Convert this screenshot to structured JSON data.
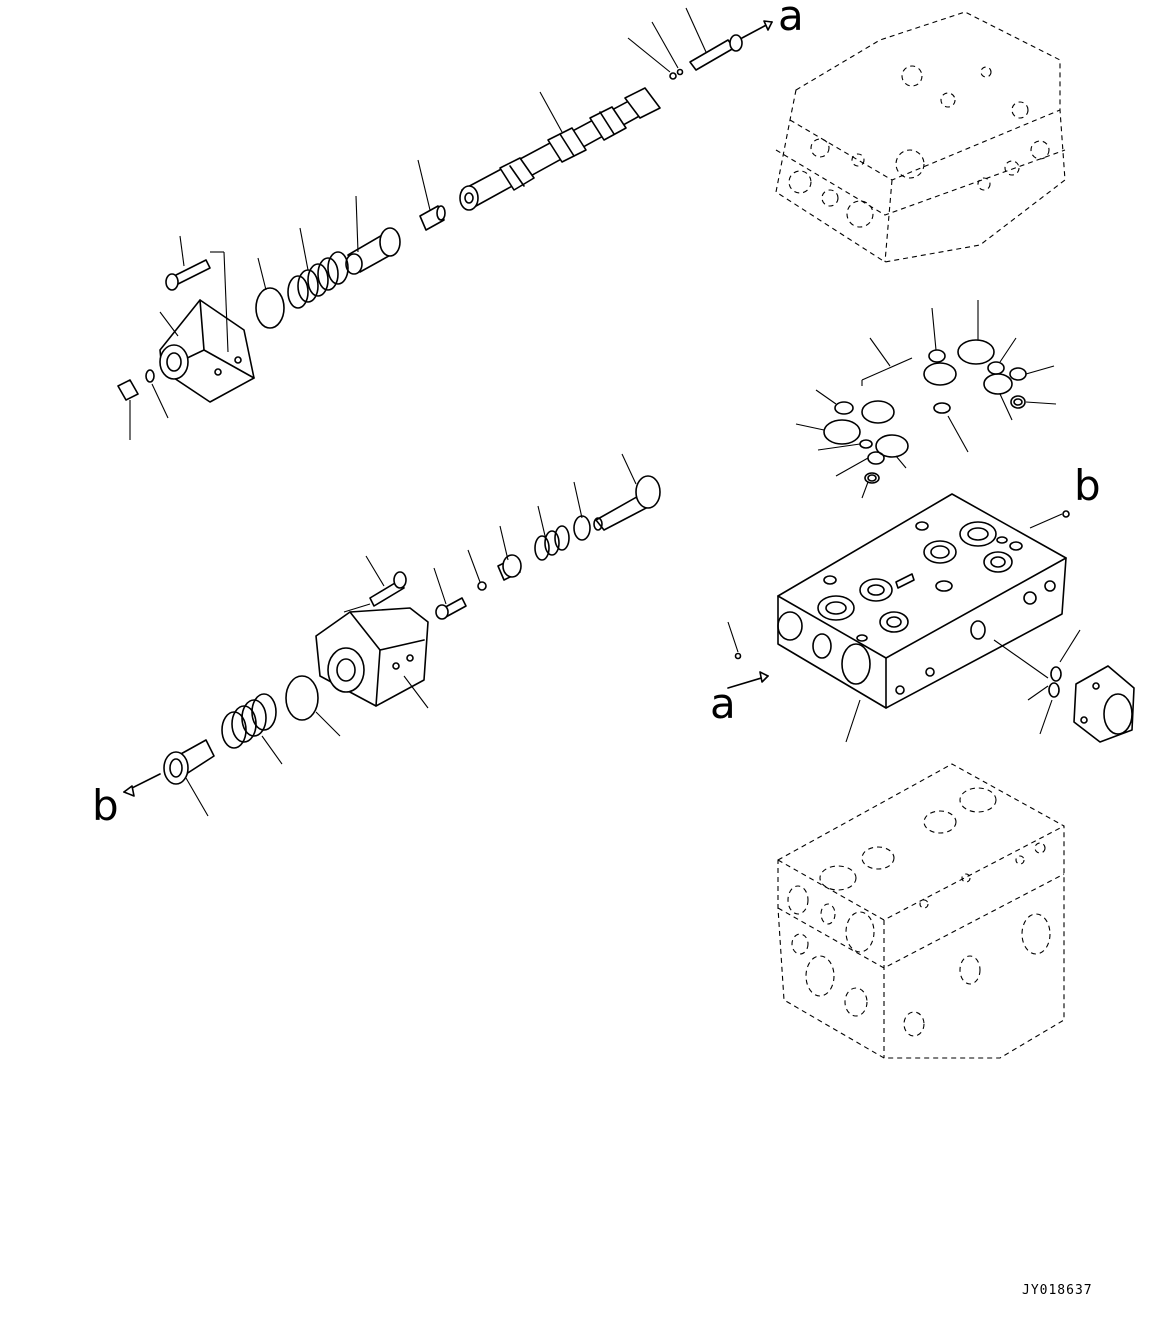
{
  "labels": {
    "ref_a_top": "a",
    "ref_a_bottom": "a",
    "ref_b_top": "b",
    "ref_b_bottom": "b"
  },
  "drawing_code": "JY018637"
}
